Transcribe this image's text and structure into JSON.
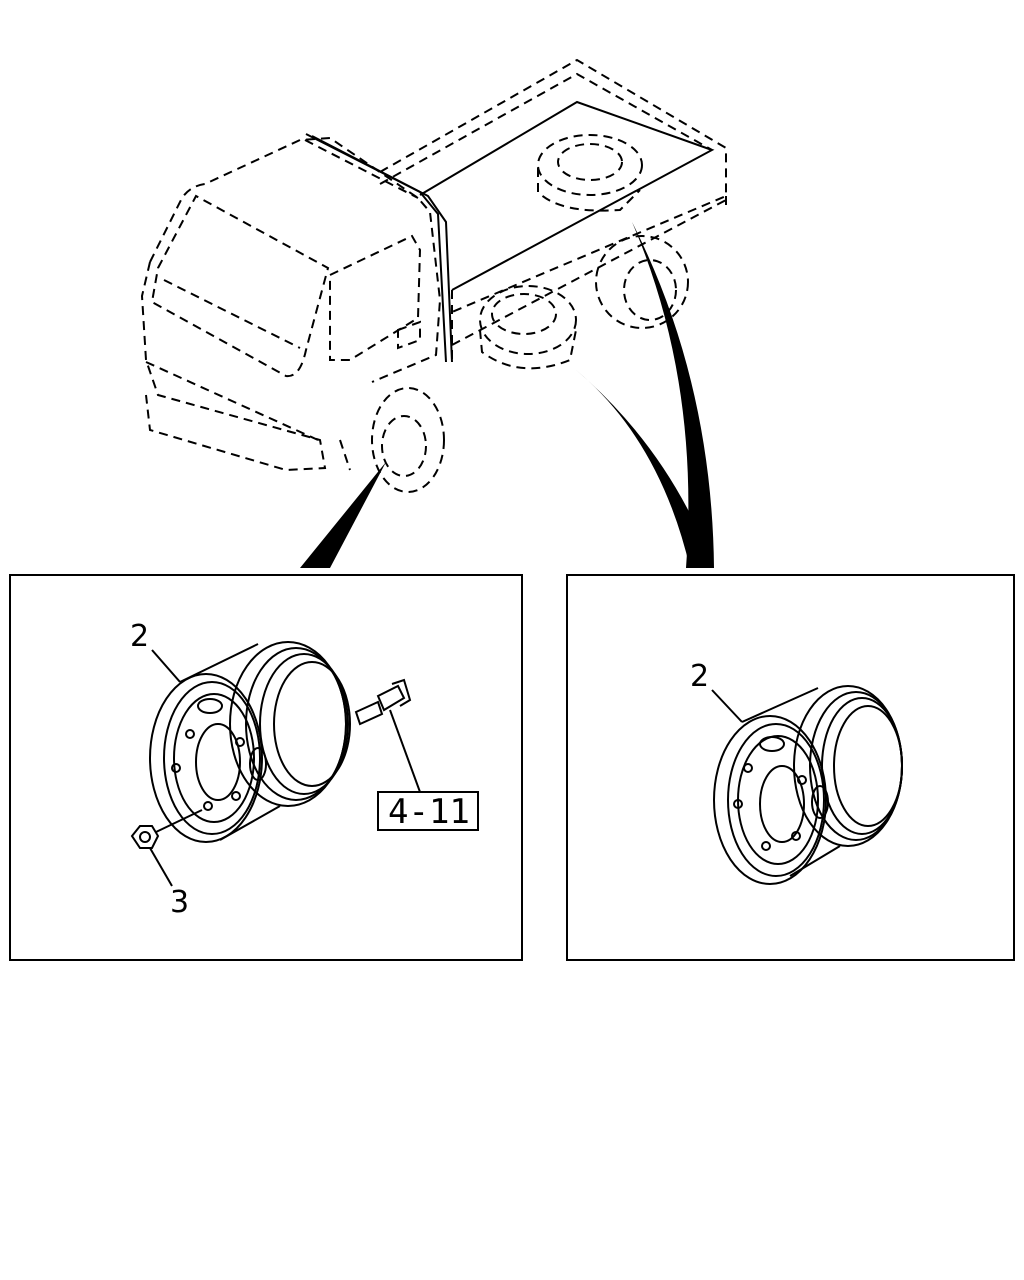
{
  "callouts": {
    "front_wheel": "2",
    "front_nut": "3",
    "rear_wheel": "2"
  },
  "reference_box": {
    "label": "4-11"
  },
  "colors": {
    "line": "#000000",
    "background": "#ffffff"
  }
}
